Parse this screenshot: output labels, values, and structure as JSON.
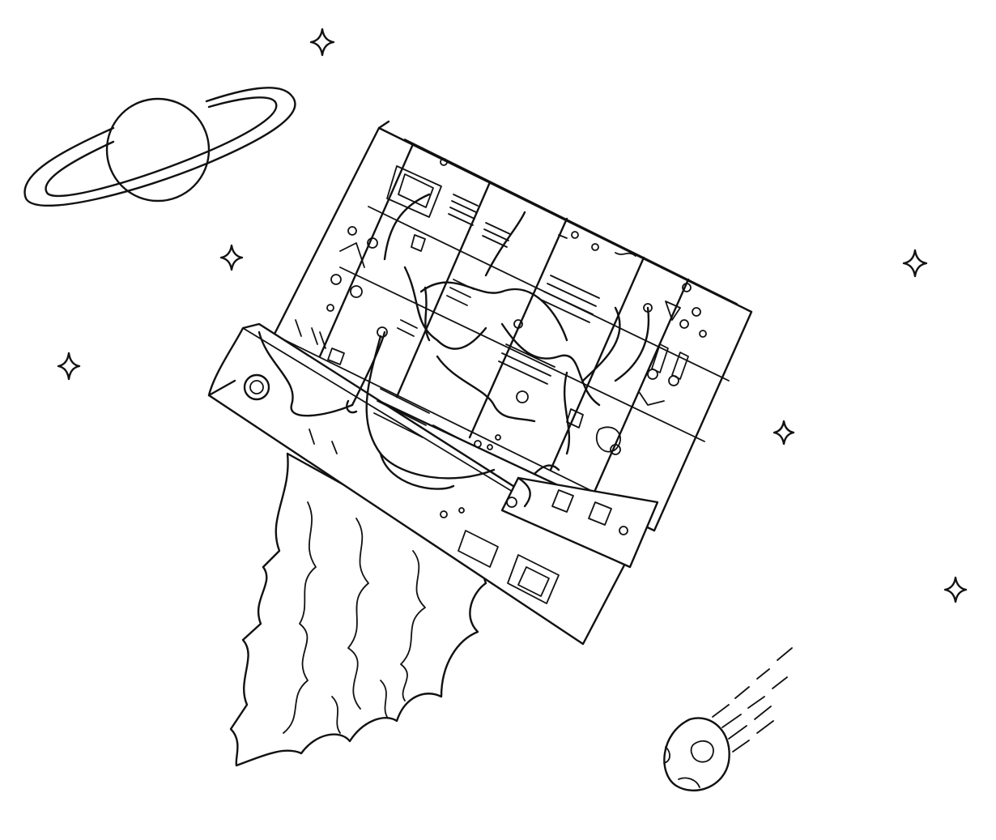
{
  "illustration": {
    "style": "black line drawing on white",
    "subject": "modular-synthesizer-rocket",
    "objects": [
      "ringed-planet",
      "stars",
      "modular-synth-case",
      "patch-cables",
      "rocket-flame",
      "comet"
    ],
    "colors": {
      "ink": "#111111",
      "background": "#ffffff"
    }
  }
}
